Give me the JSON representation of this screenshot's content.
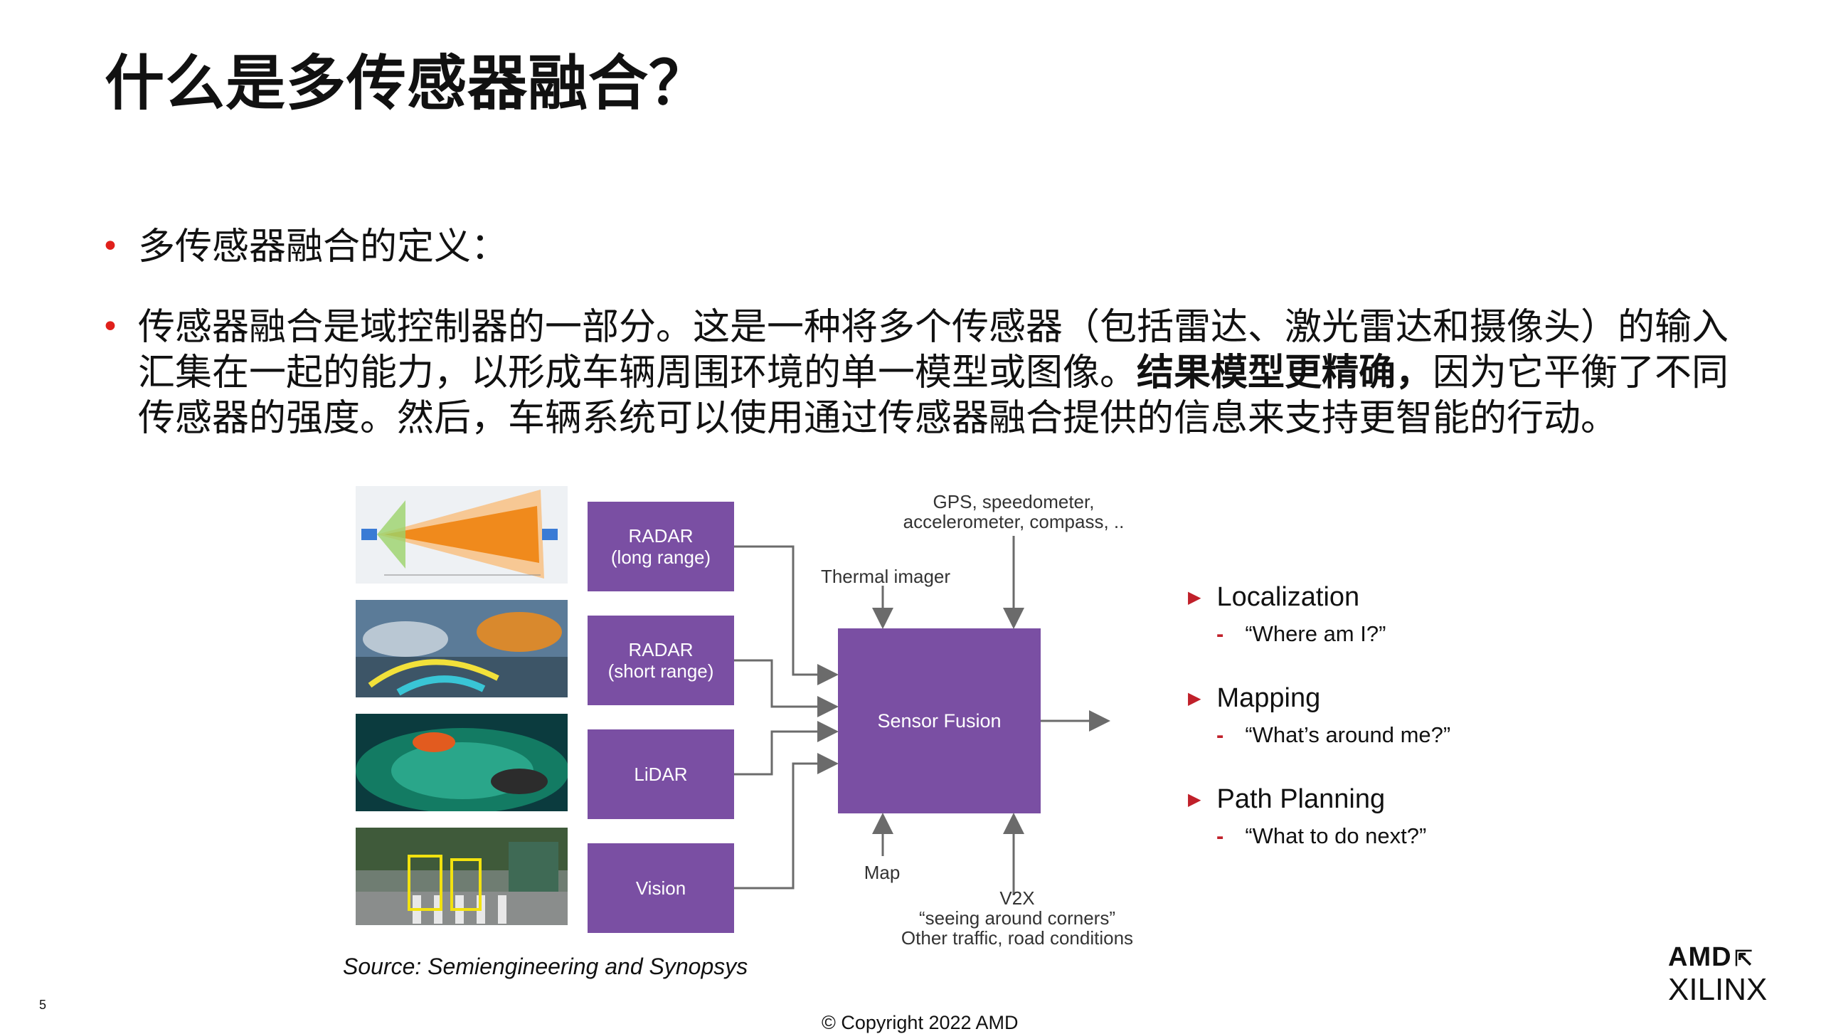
{
  "title": "什么是多传感器融合？",
  "bullets": [
    {
      "text": "多传感器融合的定义："
    },
    {
      "before": "传感器融合是域控制器的一部分。这是一种将多个传感器（包括雷达、激光雷达和摄像头）的输入汇集在一起的能力，以形成车辆周围环境的单一模型或图像。",
      "bold": "结果模型更精确，",
      "after": "因为它平衡了不同传感器的强度。然后，车辆系统可以使用通过传感器融合提供的信息来支持更智能的行动。"
    }
  ],
  "diagram": {
    "sensors": [
      {
        "line1": "RADAR",
        "line2": "(long range)"
      },
      {
        "line1": "RADAR",
        "line2": "(short range)"
      },
      {
        "line1": "LiDAR",
        "line2": ""
      },
      {
        "line1": "Vision",
        "line2": ""
      }
    ],
    "fusion_label": "Sensor Fusion",
    "gps_line1": "GPS, speedometer,",
    "gps_line2": "accelerometer, compass, ..",
    "thermal": "Thermal imager",
    "map": "Map",
    "v2x_line1": "V2X",
    "v2x_line2": "“seeing around corners”",
    "v2x_line3": "Other traffic, road conditions",
    "colors": {
      "purple": "#7a4fa3",
      "arrow": "#6b6b6b"
    }
  },
  "caption": "Source: Semiengineering and Synopsys",
  "right_list": [
    {
      "label": "Localization",
      "sub": "“Where am I?”"
    },
    {
      "label": "Mapping",
      "sub": "“What’s around me?”"
    },
    {
      "label": "Path Planning",
      "sub": "“What to do next?”"
    }
  ],
  "page_number": "5",
  "copyright": "© Copyright 2022 AMD",
  "logo": {
    "line1": "AMD",
    "line2": "XILINX"
  },
  "accent_color": "#e0201b"
}
